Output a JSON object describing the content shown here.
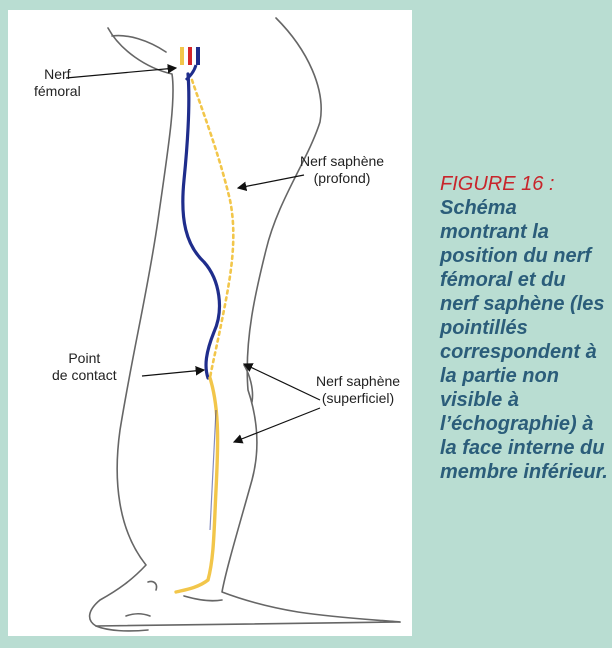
{
  "labels": {
    "nerf_femoral_1": "Nerf",
    "nerf_femoral_2": "fémoral",
    "saphene_profond_1": "Nerf saphène",
    "saphene_profond_2": "(profond)",
    "point_contact_1": "Point",
    "point_contact_2": "de contact",
    "saphene_superficiel_1": "Nerf saphène",
    "saphene_superficiel_2": "(superficiel)"
  },
  "caption": {
    "figure": "FIGURE 16 :",
    "text": "Schéma montrant la position du nerf fémoral et du nerf saphène (les pointillés correspondent à la partie non visible à l’échographie) à la face interne du membre inférieur."
  },
  "colors": {
    "background": "#b9ddd2",
    "femoral_nerve": "#1f2d8c",
    "saphenous_nerve": "#f2c64a",
    "artery": "#d4262a",
    "caption_title": "#c8252b",
    "caption_text": "#2b5d7a"
  }
}
